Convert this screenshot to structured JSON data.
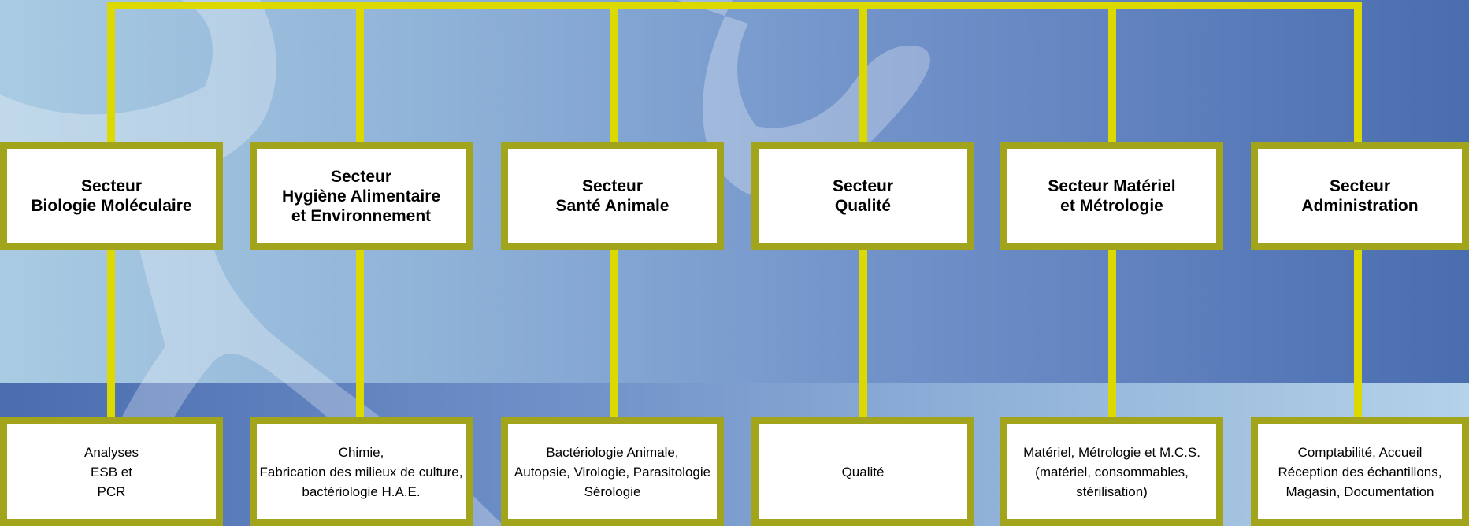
{
  "colors": {
    "connector": "#dcd900",
    "box_border": "#a2a51c",
    "box_fill": "#ffffff",
    "background_light": "#a9cbe2",
    "background_dark": "#4a6db0"
  },
  "sectors": [
    {
      "title": "Secteur\nBiologie Moléculaire",
      "activities": "Analyses\nESB et\nPCR"
    },
    {
      "title": "Secteur\nHygiène Alimentaire\net Environnement",
      "activities": "Chimie,\nFabrication des milieux de culture,\nbactériologie H.A.E."
    },
    {
      "title": "Secteur\nSanté Animale",
      "activities": "Bactériologie Animale,\nAutopsie, Virologie, Parasitologie\nSérologie"
    },
    {
      "title": "Secteur\nQualité",
      "activities": "Qualité"
    },
    {
      "title": "Secteur Matériel\net Métrologie",
      "activities": "Matériel, Métrologie et M.C.S.\n(matériel, consommables,\nstérilisation)"
    },
    {
      "title": "Secteur\nAdministration",
      "activities": "Comptabilité, Accueil\nRéception des échantillons,\nMagasin, Documentation"
    }
  ]
}
